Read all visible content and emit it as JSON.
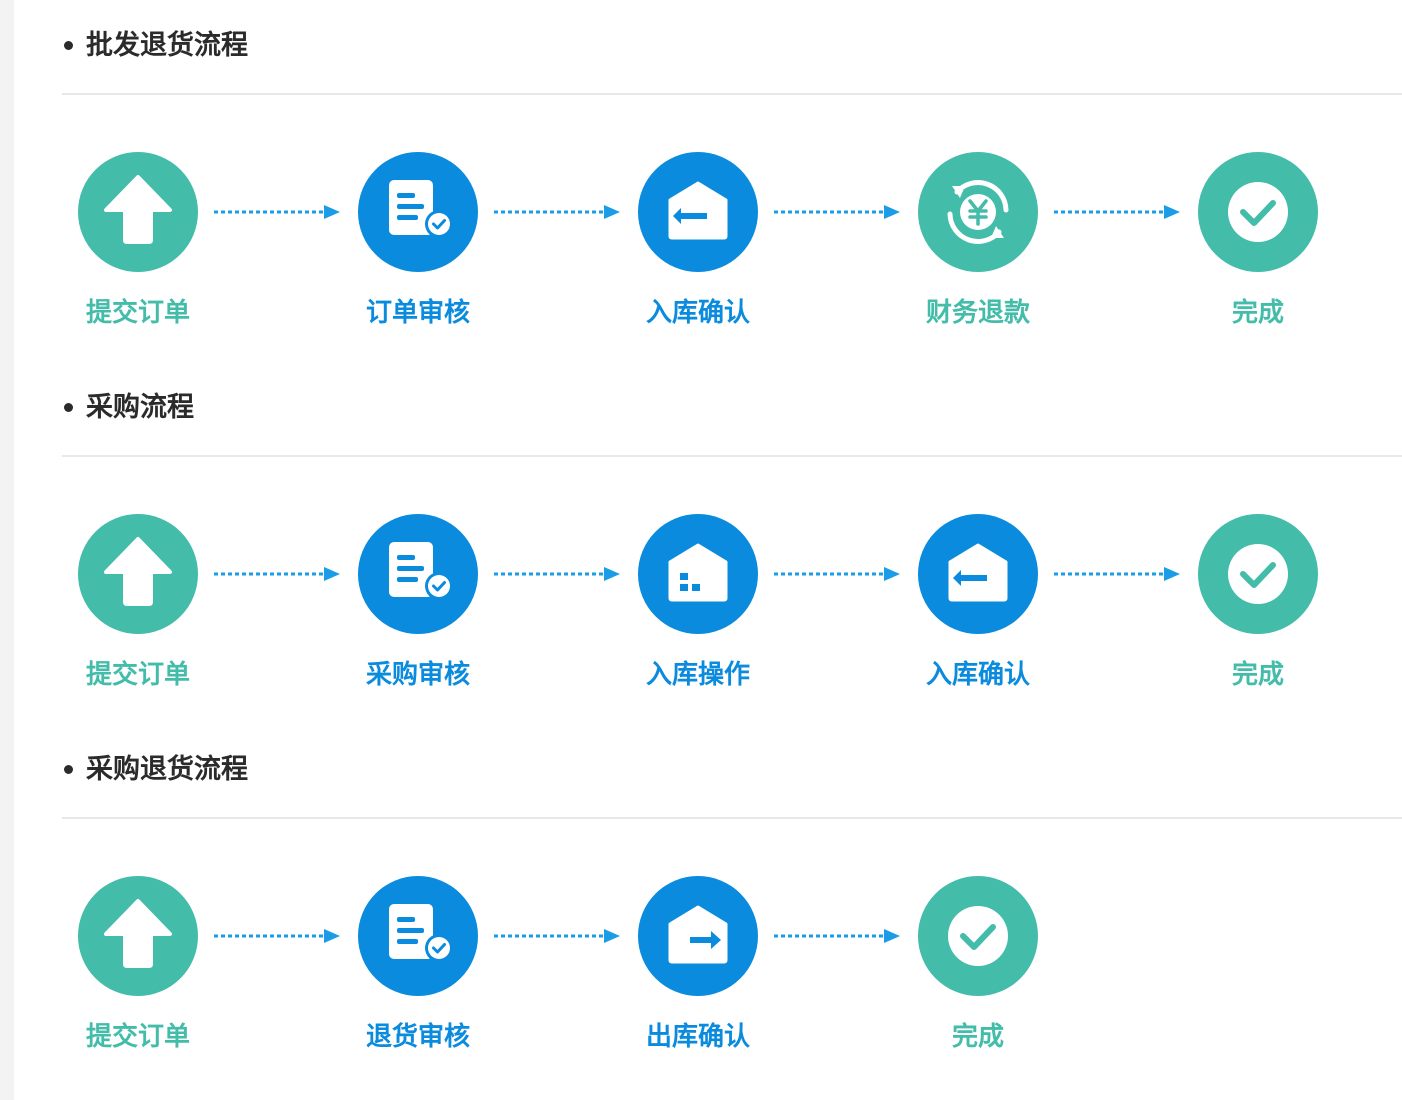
{
  "colors": {
    "green": "#43bca9",
    "blue": "#0a8bde",
    "arrow": "#1a9ce6",
    "title": "#2b2b2b",
    "divider": "#e8e8e8"
  },
  "sections": [
    {
      "title": "批发退货流程",
      "steps": [
        {
          "label": "提交订单",
          "icon": "upload-arrow-icon",
          "color": "green"
        },
        {
          "label": "订单审核",
          "icon": "document-check-icon",
          "color": "blue"
        },
        {
          "label": "入库确认",
          "icon": "warehouse-inbound-icon",
          "color": "blue"
        },
        {
          "label": "财务退款",
          "icon": "yen-refund-icon",
          "color": "green"
        },
        {
          "label": "完成",
          "icon": "checkmark-icon",
          "color": "green"
        }
      ]
    },
    {
      "title": "采购流程",
      "steps": [
        {
          "label": "提交订单",
          "icon": "upload-arrow-icon",
          "color": "green"
        },
        {
          "label": "采购审核",
          "icon": "document-check-icon",
          "color": "blue"
        },
        {
          "label": "入库操作",
          "icon": "warehouse-boxes-icon",
          "color": "blue"
        },
        {
          "label": "入库确认",
          "icon": "warehouse-inbound-icon",
          "color": "blue"
        },
        {
          "label": "完成",
          "icon": "checkmark-icon",
          "color": "green"
        }
      ]
    },
    {
      "title": "采购退货流程",
      "steps": [
        {
          "label": "提交订单",
          "icon": "upload-arrow-icon",
          "color": "green"
        },
        {
          "label": "退货审核",
          "icon": "document-check-icon",
          "color": "blue"
        },
        {
          "label": "出库确认",
          "icon": "warehouse-outbound-icon",
          "color": "blue"
        },
        {
          "label": "完成",
          "icon": "checkmark-icon",
          "color": "green"
        }
      ]
    }
  ]
}
